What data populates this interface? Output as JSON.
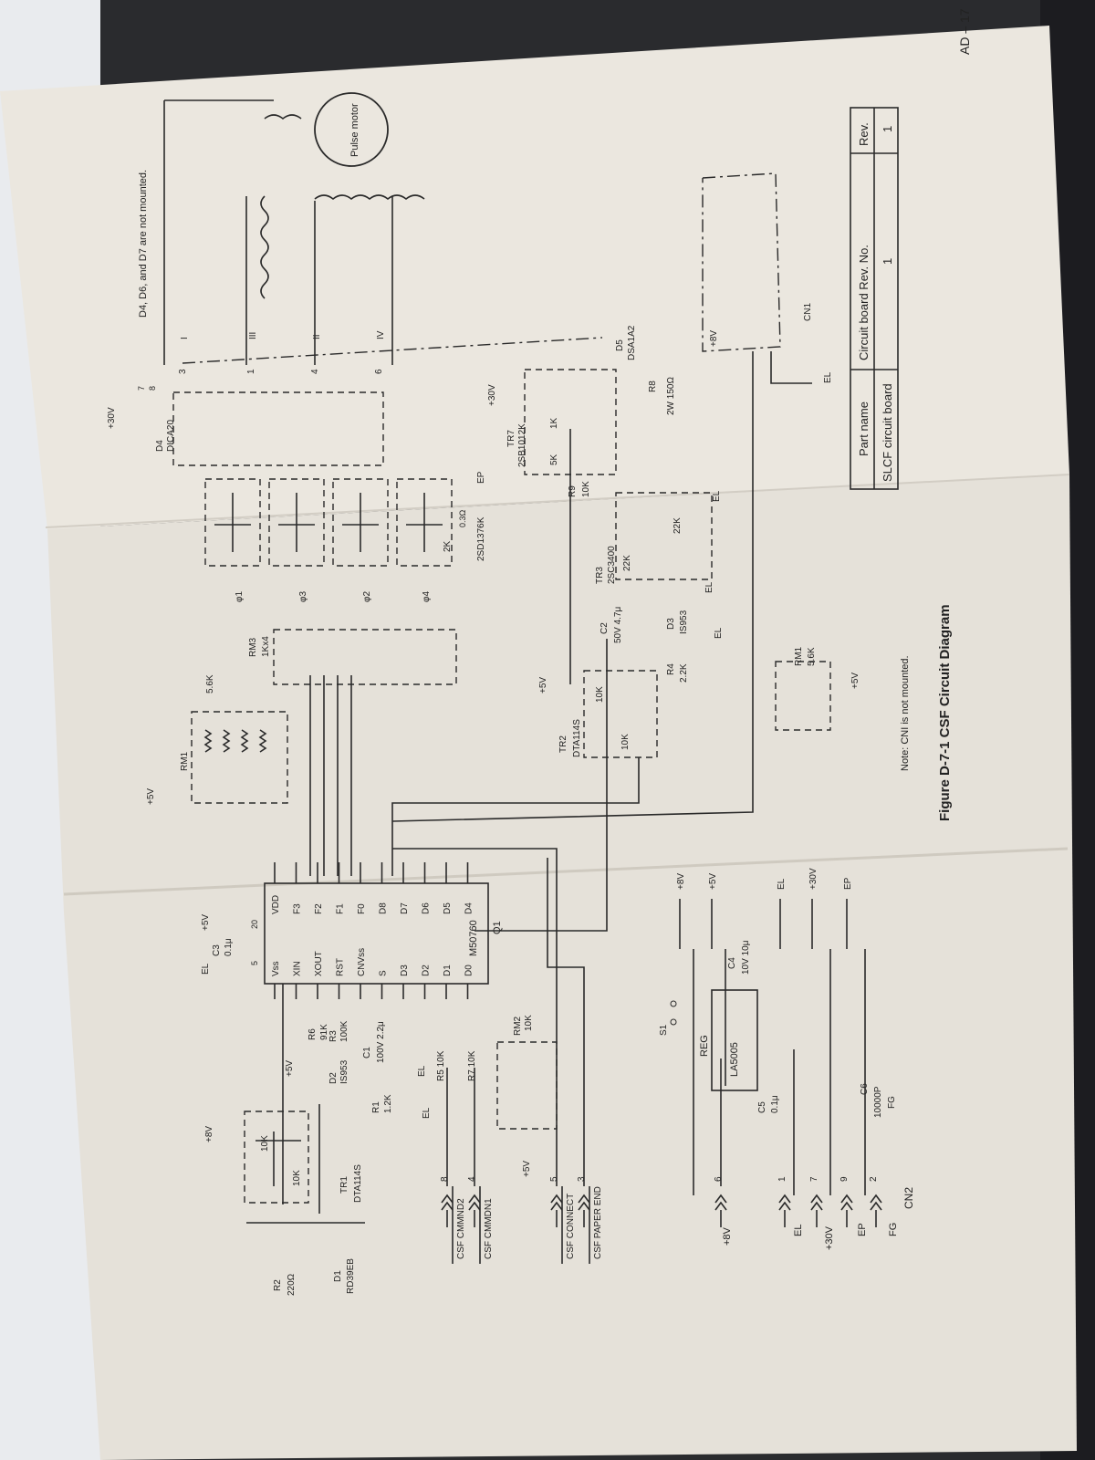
{
  "page": {
    "page_number": "AD – 17",
    "figure_caption": "Figure D-7-1  CSF Circuit Diagram",
    "note_not_mounted": "D4, D6, and D7 are not mounted.",
    "note_cn1": "Note: CNI is not mounted."
  },
  "components": {
    "q1": {
      "name": "M50760",
      "ref": "Q1",
      "left_pins": [
        "Vss",
        "XIN",
        "XOUT",
        "RST",
        "CNVss",
        "S",
        "D3",
        "D2",
        "D1",
        "D0"
      ],
      "right_pins": [
        "VDD",
        "F3",
        "F2",
        "F1",
        "F0",
        "D8",
        "D7",
        "D6",
        "D5",
        "D4"
      ]
    },
    "motor": "Pulse motor",
    "rm1": {
      "ref": "RM1",
      "value": "5.6K"
    },
    "rm1b": {
      "ref": "RM1",
      "value": "5.6K"
    },
    "rm2": {
      "ref": "RM2",
      "value": "10K"
    },
    "rm3": {
      "ref": "RM3",
      "value": "1Kx4"
    },
    "tr1": {
      "ref": "TR1",
      "type": "DTA114S",
      "r_a": "10K",
      "r_b": "10K"
    },
    "tr2": {
      "ref": "TR2",
      "type": "DTA114S",
      "r_a": "10K",
      "r_b": "10K"
    },
    "tr3": {
      "ref": "TR3",
      "type": "2SC3400",
      "r_a": "22K",
      "r_b": "22K"
    },
    "tr7": {
      "ref": "TR7",
      "type": "2SB1012K",
      "r_a": "5K",
      "r_b": "1K"
    },
    "darlington": {
      "type": "2SD1376K",
      "r_a": "2K",
      "r_b": "0.3Ω"
    },
    "phases": [
      "φ1",
      "φ3",
      "φ2",
      "φ4"
    ],
    "coils": [
      "I",
      "III",
      "II",
      "IV"
    ],
    "r1": {
      "ref": "R1",
      "value": "1.2K"
    },
    "r2": {
      "ref": "R2",
      "value": "220Ω"
    },
    "r3": {
      "ref": "R3",
      "value": "100K"
    },
    "r4": {
      "ref": "R4",
      "value": "2.2K"
    },
    "r5": {
      "ref": "R5",
      "value": "10K"
    },
    "r6": {
      "ref": "R6",
      "value": "91K"
    },
    "r7": {
      "ref": "R7",
      "value": "10K"
    },
    "r8": {
      "ref": "R8",
      "value": "2W 150Ω"
    },
    "r9": {
      "ref": "R9",
      "value": "10K"
    },
    "c1": {
      "ref": "C1",
      "value": "100V 2.2μ"
    },
    "c2": {
      "ref": "C2",
      "value": "50V 4.7μ"
    },
    "c3": {
      "ref": "C3",
      "value": "0.1μ"
    },
    "c4": {
      "ref": "C4",
      "value": "10V 10μ"
    },
    "c5": {
      "ref": "C5",
      "value": "0.1μ"
    },
    "c6": {
      "ref": "C6",
      "value": "10000P"
    },
    "d1": {
      "ref": "D1",
      "type": "RD39EB"
    },
    "d2": {
      "ref": "D2",
      "type": "IS953"
    },
    "d3": {
      "ref": "D3",
      "type": "IS953"
    },
    "d4": {
      "ref": "D4",
      "type": "DICA20"
    },
    "d5": {
      "ref": "D5",
      "type": "DSA1A2"
    },
    "reg": {
      "ref": "REG",
      "type": "LA5005"
    },
    "s1": "S1",
    "cn1": "CN1",
    "cn2": "CN2"
  },
  "rails": {
    "p5v": "+5V",
    "p8v": "+8V",
    "p30v": "+30V",
    "el": "EL",
    "ep": "EP",
    "fg": "FG"
  },
  "signals": [
    "CSF CMMND2",
    "CSF CMMDN1",
    "CSF CONNECT",
    "CSF PAPER END"
  ],
  "cn2_pins": [
    {
      "pin": "8",
      "label": "CSF CMMND2"
    },
    {
      "pin": "4",
      "label": "CSF CMMDN1"
    },
    {
      "pin": "5",
      "label": "CSF CONNECT"
    },
    {
      "pin": "3",
      "label": "CSF PAPER END"
    },
    {
      "pin": "6",
      "label": "+8V"
    },
    {
      "pin": "1",
      "label": "EL"
    },
    {
      "pin": "7",
      "label": "+30V"
    },
    {
      "pin": "9",
      "label": "EP"
    },
    {
      "pin": "2",
      "label": "FG"
    }
  ],
  "right_rails": [
    {
      "label": "+8V",
      "y": 0
    },
    {
      "label": "+5V",
      "y": 1
    },
    {
      "label": "EL",
      "y": 2
    },
    {
      "label": "+30V",
      "y": 3
    },
    {
      "label": "EP",
      "y": 4
    }
  ],
  "table": {
    "headers": [
      "Part name",
      "Circuit board Rev. No.",
      "Rev."
    ],
    "rows": [
      [
        "SLCF circuit board",
        "1",
        "1"
      ]
    ]
  }
}
